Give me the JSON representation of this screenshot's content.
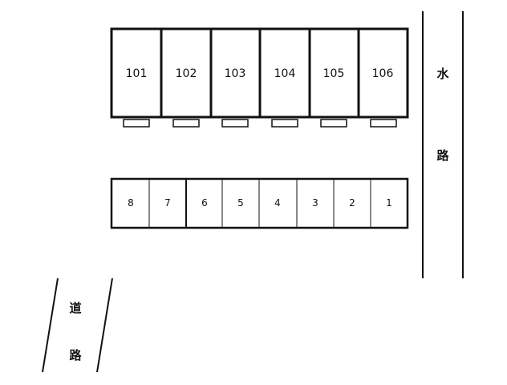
{
  "building": {
    "units": [
      {
        "label": "101"
      },
      {
        "label": "102"
      },
      {
        "label": "103"
      },
      {
        "label": "104"
      },
      {
        "label": "105"
      },
      {
        "label": "106"
      }
    ]
  },
  "parking": {
    "spaces": [
      {
        "label": "8"
      },
      {
        "label": "7"
      },
      {
        "label": "6"
      },
      {
        "label": "5"
      },
      {
        "label": "4"
      },
      {
        "label": "3"
      },
      {
        "label": "2"
      },
      {
        "label": "1"
      }
    ]
  },
  "waterway": {
    "chars": [
      "水",
      "路"
    ]
  },
  "road": {
    "chars": [
      "道",
      "路"
    ]
  }
}
